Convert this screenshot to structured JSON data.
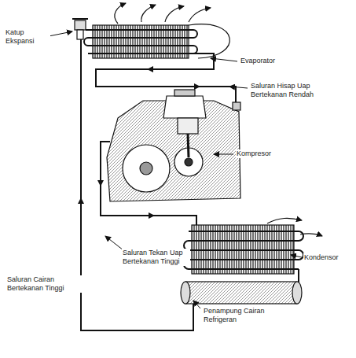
{
  "diagram": {
    "labels": [
      "Katup Ekspansi",
      "Evaporator",
      "Saluran Hisap Uap Bertekanan Rendah",
      "Kompresor",
      "Saluran Tekan Uap Bertekanan Tinggi",
      "Kondensor",
      "Saluran Cairan Bertekanan Tinggi",
      "Penampung Cairan Refrigeran"
    ]
  }
}
